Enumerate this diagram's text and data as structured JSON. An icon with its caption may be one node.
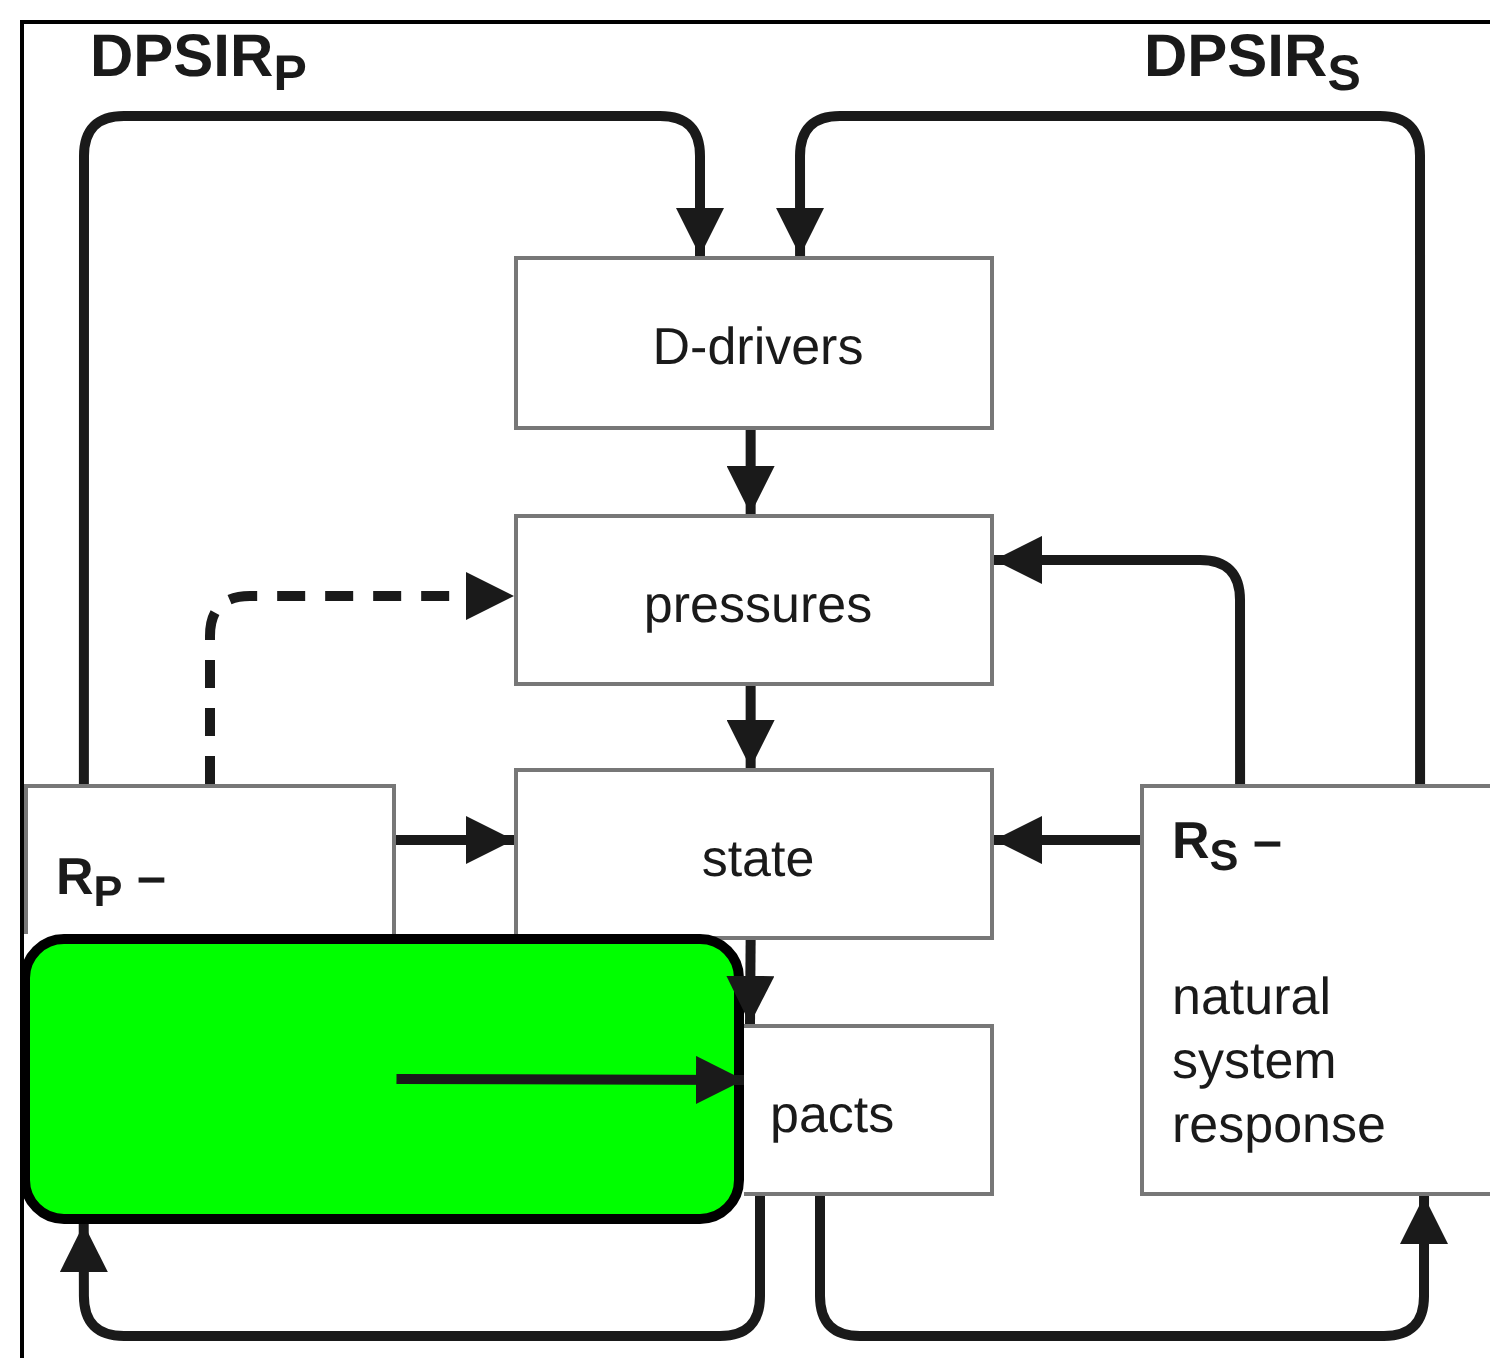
{
  "diagram": {
    "nodes": [
      {
        "text": [
          "D-drivers"
        ]
      },
      {
        "text": [
          "pressures"
        ]
      },
      {
        "text": [
          "state"
        ]
      },
      {
        "text": [
          "pacts"
        ]
      },
      {
        "text": [
          "R$_{P}$ –"
        ]
      },
      {
        "text": [
          "R$_{S}$ –",
          "natural system response"
        ]
      },
      {
        "text": [],
        "shape": "box"
      }
    ],
    "edges": [
      {
        "from": 0,
        "to": 1,
        "arrow": "to"
      },
      {
        "from": 1,
        "to": 2,
        "arrow": "to"
      },
      {
        "from": 2,
        "to": 3,
        "arrow": "to"
      },
      {
        "from": 4,
        "to": 0,
        "arrow": "to"
      },
      {
        "from": 5,
        "to": 0,
        "arrow": "to"
      },
      {
        "from": 5,
        "to": 1,
        "arrow": "to"
      },
      {
        "from": 5,
        "to": 2,
        "arrow": "to"
      },
      {
        "from": 4,
        "to": 2,
        "arrow": "to"
      },
      {
        "from": 4,
        "to": 1,
        "arrow": "to",
        "style": "dashed"
      },
      {
        "from": 6,
        "to": 3,
        "arrow": "to"
      },
      {
        "from": 3,
        "to": 6,
        "arrow": "to"
      },
      {
        "from": 3,
        "to": 5,
        "arrow": "to"
      }
    ],
    "labels": [
      "DPSIR$_{P}$",
      "DPSIR$_{S}$"
    ]
  }
}
